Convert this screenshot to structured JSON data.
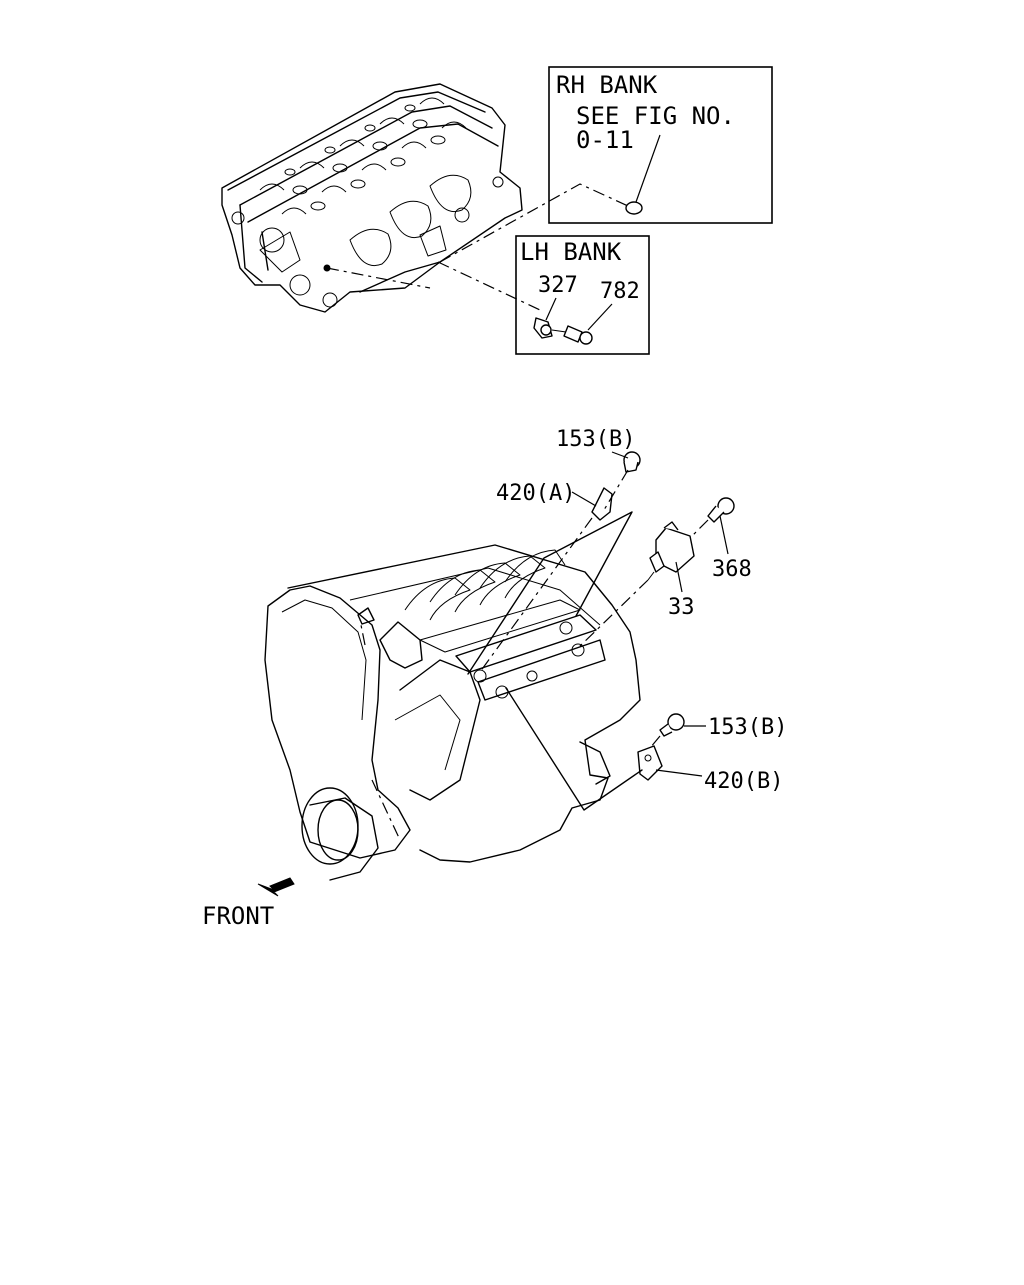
{
  "callouts": {
    "rh_bank": {
      "title": "RH BANK",
      "line1": "SEE FIG NO.",
      "line2": "0-11"
    },
    "lh_bank": {
      "title": "LH BANK",
      "part_a": "327",
      "part_b": "782"
    }
  },
  "labels": {
    "p153b_top": "153(B)",
    "p420a": "420(A)",
    "p368": "368",
    "p33": "33",
    "p153b_lower": "153(B)",
    "p420b": "420(B)"
  },
  "orientation": {
    "front": "FRONT"
  }
}
